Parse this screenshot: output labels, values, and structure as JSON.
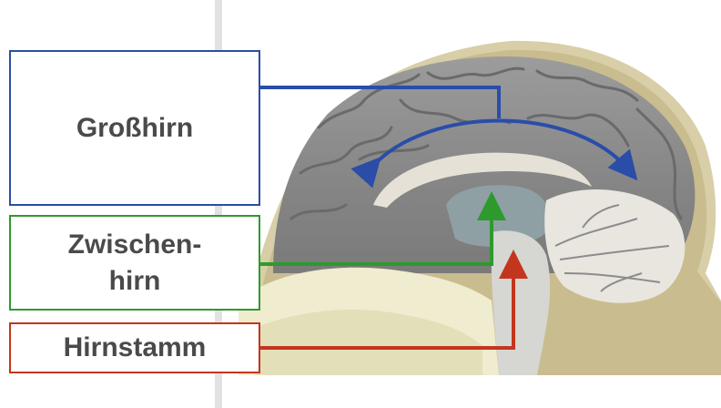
{
  "labels": {
    "grosshirn": "Großhirn",
    "zwischenhirn_line1": "Zwischen-",
    "zwischenhirn_line2": "hirn",
    "hirnstamm": "Hirnstamm"
  },
  "colors": {
    "grosshirn": "#2a4da8",
    "zwischenhirn": "#2e9a2e",
    "hirnstamm": "#c4351e",
    "text": "#4a4a4a"
  },
  "image": {
    "subject": "brain-sagittal-section-illustration"
  }
}
